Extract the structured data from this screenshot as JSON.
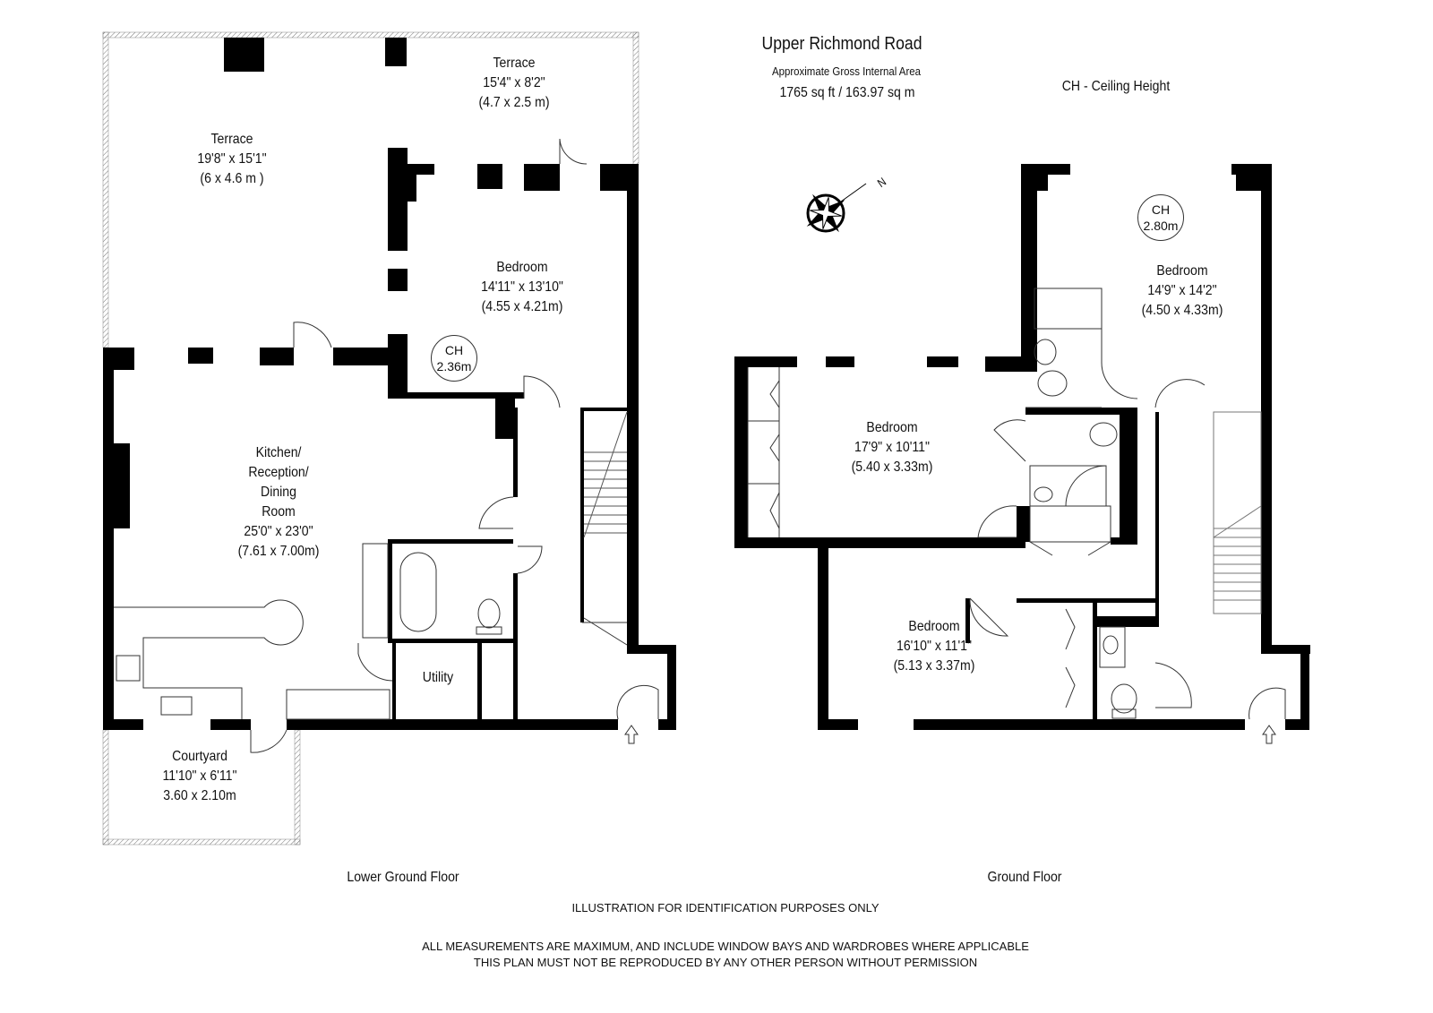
{
  "header": {
    "title": "Upper Richmond Road",
    "area_label": "Approximate Gross Internal Area",
    "area_value": "1765 sq ft  /  163.97 sq m",
    "legend": "CH - Ceiling Height"
  },
  "lower_ground": {
    "floor_label": "Lower Ground Floor",
    "terrace_left": {
      "name": "Terrace",
      "imperial": "19'8\" x 15'1\"",
      "metric": "(6 x 4.6 m )"
    },
    "terrace_right": {
      "name": "Terrace",
      "imperial": "15'4\" x 8'2\"",
      "metric": "(4.7 x 2.5 m)"
    },
    "bedroom": {
      "name": "Bedroom",
      "imperial": "14'11\" x 13'10\"",
      "metric": "(4.55 x 4.21m)",
      "ch_label": "CH",
      "ch_value": "2.36m"
    },
    "kitchen": {
      "line1": "Kitchen/",
      "line2": "Reception/",
      "line3": "Dining",
      "line4": "Room",
      "imperial": "25'0\" x 23'0\"",
      "metric": "(7.61 x 7.00m)"
    },
    "utility": {
      "name": "Utility"
    },
    "courtyard": {
      "name": "Courtyard",
      "imperial": "11'10\" x 6'11\"",
      "metric": "3.60 x 2.10m"
    }
  },
  "ground": {
    "floor_label": "Ground Floor",
    "bedroom_rear": {
      "name": "Bedroom",
      "imperial": "14'9\" x 14'2\"",
      "metric": "(4.50 x 4.33m)",
      "ch_label": "CH",
      "ch_value": "2.80m"
    },
    "bedroom_mid": {
      "name": "Bedroom",
      "imperial": "17'9\" x 10'11\"",
      "metric": "(5.40 x 3.33m)"
    },
    "bedroom_front": {
      "name": "Bedroom",
      "imperial": "16'10\" x 11'1\"",
      "metric": "(5.13 x 3.37m)"
    },
    "compass_letter": "N"
  },
  "footer": {
    "line1": "ILLUSTRATION FOR IDENTIFICATION PURPOSES ONLY",
    "line2": "ALL MEASUREMENTS ARE MAXIMUM, AND INCLUDE WINDOW BAYS AND WARDROBES WHERE APPLICABLE",
    "line3": "THIS PLAN MUST NOT BE REPRODUCED BY ANY OTHER PERSON WITHOUT PERMISSION"
  }
}
